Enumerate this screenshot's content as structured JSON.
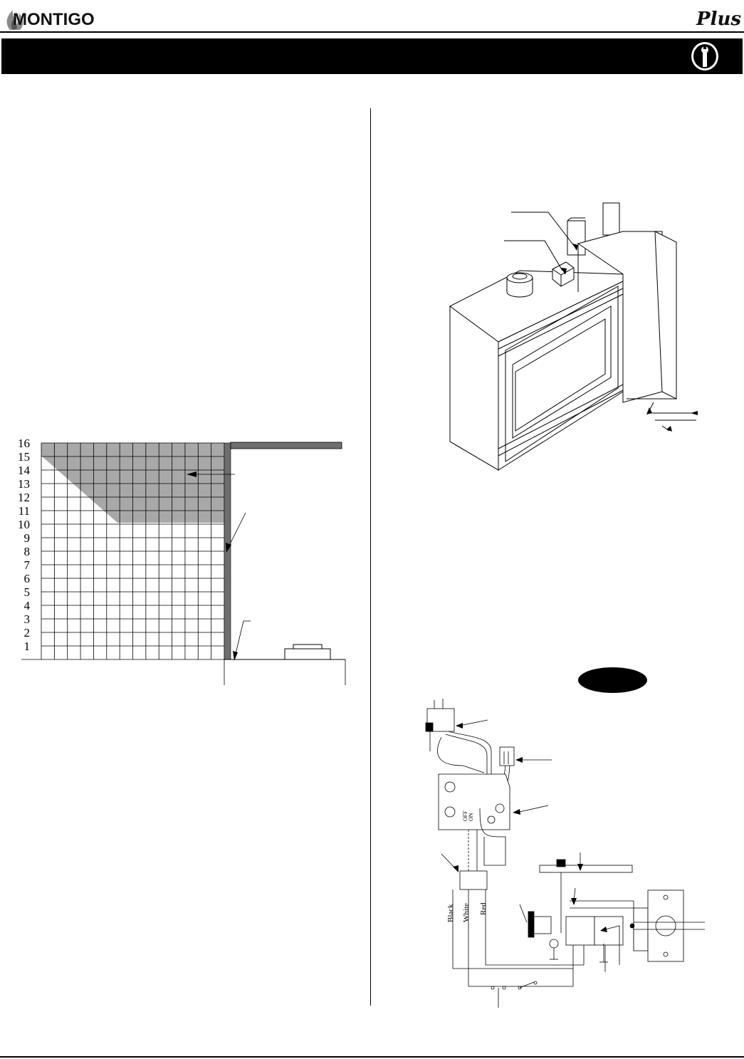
{
  "header": {
    "logo_text": "MONTIGO",
    "plus_text": "Plus"
  },
  "clearance_chart": {
    "y_tick_labels": [
      "16",
      "15",
      "14",
      "13",
      "12",
      "11",
      "10",
      "9",
      "8",
      "7",
      "6",
      "5",
      "4",
      "3",
      "2",
      "1"
    ]
  },
  "wiring_diagram": {
    "wire_labels": [
      "Black",
      "White",
      "Red"
    ],
    "valve_labels": [
      "OFF",
      "ON"
    ]
  },
  "colors": {
    "band": "#000000",
    "shaded_region": "#a8a8a8",
    "wall": "#6e6e6e",
    "mantel": "#6e6e6e",
    "grid": "#000000"
  },
  "icons": [
    "flame-logo-icon",
    "wrench-icon"
  ]
}
